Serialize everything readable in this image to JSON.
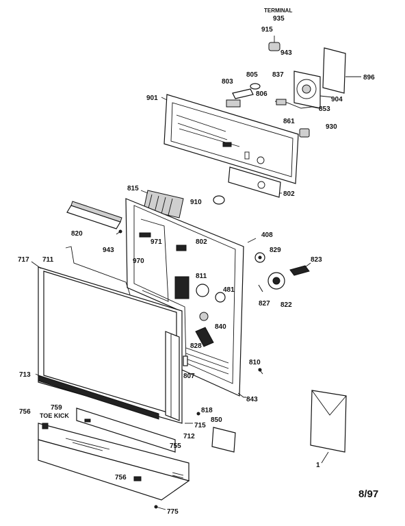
{
  "header": {
    "terminal_label": "TERMINAL",
    "date_code": "8/97"
  },
  "callouts": [
    {
      "id": "935"
    },
    {
      "id": "915"
    },
    {
      "id": "943a",
      "text": "943"
    },
    {
      "id": "896"
    },
    {
      "id": "805"
    },
    {
      "id": "837"
    },
    {
      "id": "803"
    },
    {
      "id": "806"
    },
    {
      "id": "904"
    },
    {
      "id": "901"
    },
    {
      "id": "853"
    },
    {
      "id": "861"
    },
    {
      "id": "930"
    },
    {
      "id": "802a",
      "text": "802"
    },
    {
      "id": "815"
    },
    {
      "id": "910"
    },
    {
      "id": "820"
    },
    {
      "id": "408"
    },
    {
      "id": "943b",
      "text": "943"
    },
    {
      "id": "971"
    },
    {
      "id": "802b",
      "text": "802"
    },
    {
      "id": "829"
    },
    {
      "id": "717"
    },
    {
      "id": "711"
    },
    {
      "id": "970"
    },
    {
      "id": "823"
    },
    {
      "id": "811"
    },
    {
      "id": "481"
    },
    {
      "id": "827"
    },
    {
      "id": "822"
    },
    {
      "id": "840"
    },
    {
      "id": "828"
    },
    {
      "id": "810"
    },
    {
      "id": "713"
    },
    {
      "id": "807"
    },
    {
      "id": "843"
    },
    {
      "id": "759"
    },
    {
      "id": "818"
    },
    {
      "id": "756a",
      "text": "756"
    },
    {
      "id": "850"
    },
    {
      "id": "715"
    },
    {
      "id": "712"
    },
    {
      "id": "755"
    },
    {
      "id": "1"
    },
    {
      "id": "756b",
      "text": "756"
    },
    {
      "id": "775"
    }
  ],
  "labels": {
    "toe_kick": "TOE KICK"
  }
}
